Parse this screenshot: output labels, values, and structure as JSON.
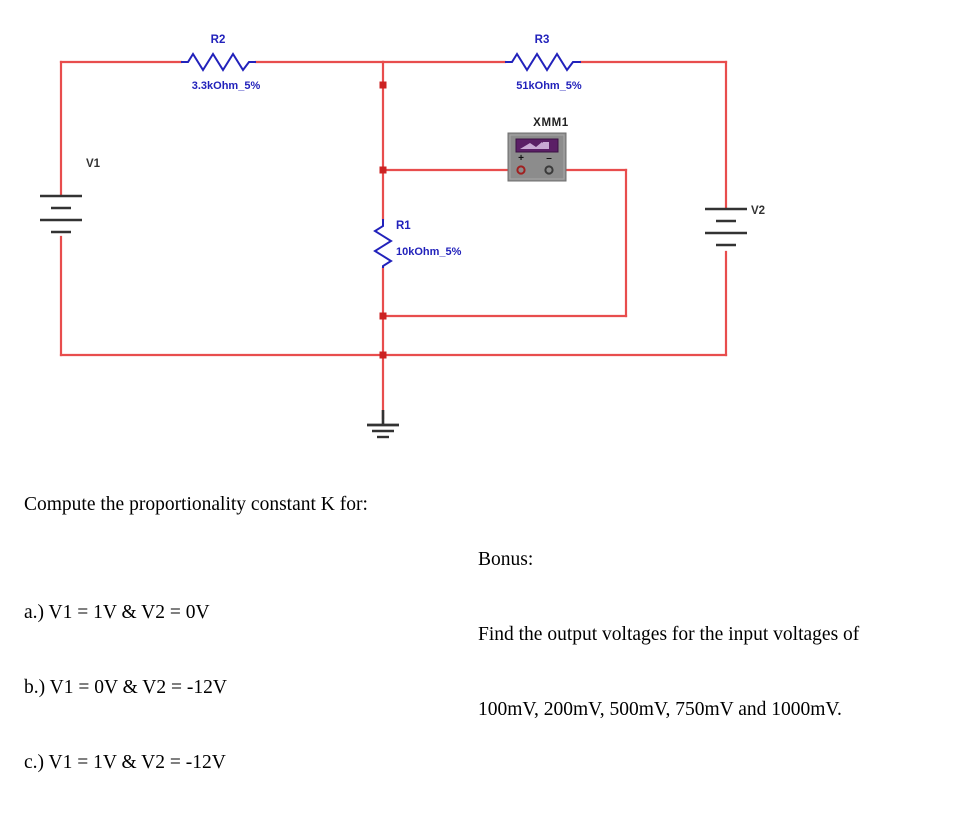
{
  "schematic": {
    "title": "two-source resistive network with multimeter",
    "colors": {
      "wire": "#e84d4d",
      "component": "#2222bb",
      "symbol": "#333333",
      "meter_body": "#8c8c8c",
      "meter_display": "#5b1f66",
      "junction": "#cc2222"
    },
    "components": [
      {
        "id": "R2",
        "label": "R2",
        "value": "3.3kOhm_5%",
        "type": "resistor",
        "orientation": "horizontal"
      },
      {
        "id": "R3",
        "label": "R3",
        "value": "51kOhm_5%",
        "type": "resistor",
        "orientation": "horizontal"
      },
      {
        "id": "R1",
        "label": "R1",
        "value": "10kOhm_5%",
        "type": "resistor",
        "orientation": "vertical"
      },
      {
        "id": "V1",
        "label": "V1",
        "value": "",
        "type": "battery",
        "orientation": "vertical"
      },
      {
        "id": "V2",
        "label": "V2",
        "value": "",
        "type": "battery",
        "orientation": "vertical"
      },
      {
        "id": "XMM1",
        "label": "XMM1",
        "value": "",
        "type": "multimeter",
        "terminal_plus": "+",
        "terminal_minus": "–"
      },
      {
        "id": "GND",
        "label": "",
        "value": "",
        "type": "ground",
        "orientation": "vertical"
      }
    ]
  },
  "question": {
    "left": {
      "heading": "Compute the proportionality constant K for:",
      "items": [
        "a.) V1 = 1V & V2 = 0V",
        "b.) V1 = 0V & V2 = -12V",
        "c.) V1 = 1V & V2 = -12V"
      ]
    },
    "right": {
      "heading": "Bonus:",
      "lines": [
        "Find the output voltages for the input voltages of",
        "100mV, 200mV, 500mV, 750mV and 1000mV."
      ]
    }
  }
}
